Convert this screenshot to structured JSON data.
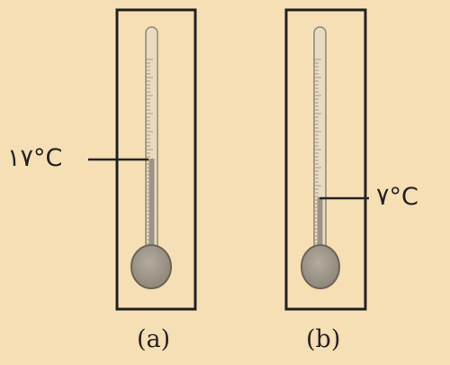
{
  "diagram": {
    "panels": [
      {
        "id": "a",
        "caption": "(a)",
        "reading_label": "١٧°C"
      },
      {
        "id": "b",
        "caption": "(b)",
        "reading_label": "٧°C"
      }
    ]
  }
}
